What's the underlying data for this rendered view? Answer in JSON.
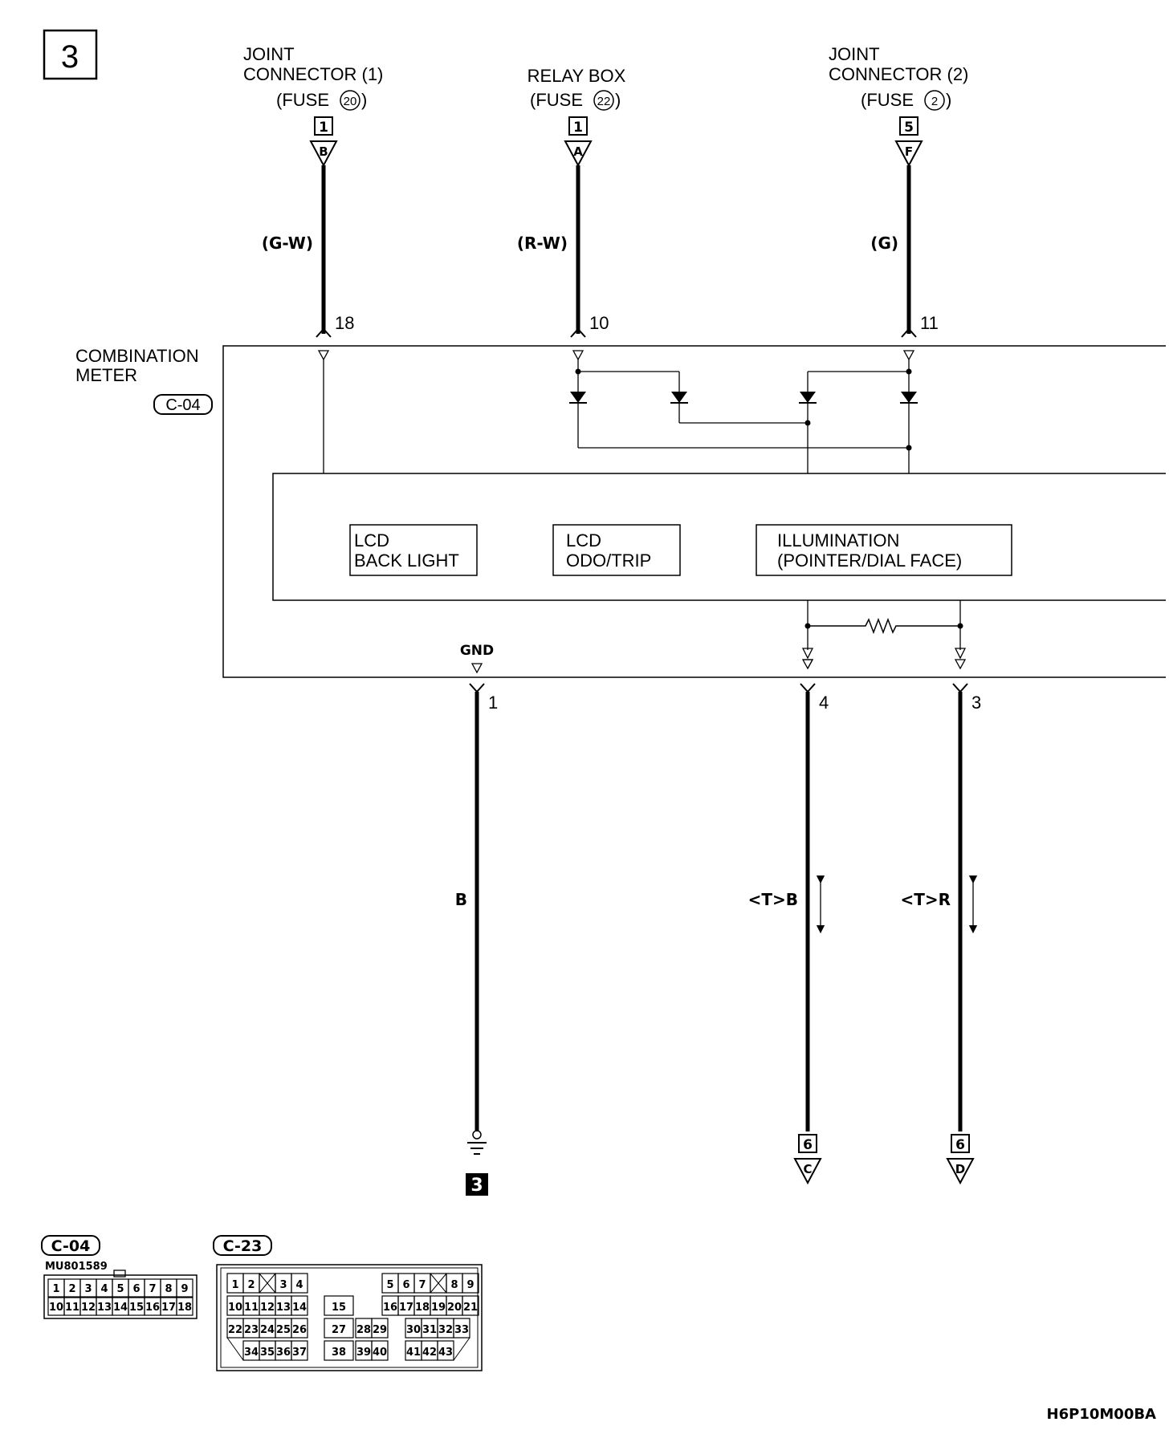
{
  "page_number": "3",
  "sources": [
    {
      "name_line1": "JOINT",
      "name_line2": "CONNECTOR (1)",
      "fuse_prefix": "(FUSE",
      "fuse_num": "20",
      "fuse_suffix": ")",
      "pin": "1",
      "connector_letter": "B",
      "wire_color": "(G-W)",
      "meter_pin": "18"
    },
    {
      "name_line1": "RELAY BOX",
      "name_line2": "",
      "fuse_prefix": "(FUSE",
      "fuse_num": "22",
      "fuse_suffix": ")",
      "pin": "1",
      "connector_letter": "A",
      "wire_color": "(R-W)",
      "meter_pin": "10"
    },
    {
      "name_line1": "JOINT",
      "name_line2": "CONNECTOR (2)",
      "fuse_prefix": "(FUSE",
      "fuse_num": "2",
      "fuse_suffix": ")",
      "pin": "5",
      "connector_letter": "F",
      "wire_color": "(G)",
      "meter_pin": "11"
    }
  ],
  "meter": {
    "title_line1": "COMBINATION",
    "title_line2": "METER",
    "connector_id": "C-04",
    "blocks": [
      {
        "line1": "LCD",
        "line2": "BACK LIGHT"
      },
      {
        "line1": "LCD",
        "line2": "ODO/TRIP"
      },
      {
        "line1": "ILLUMINATION",
        "line2": "(POINTER/DIAL FACE)"
      }
    ],
    "gnd_label": "GND"
  },
  "outputs": [
    {
      "pin": "1",
      "wire_color": "B",
      "ground_ref": "3"
    },
    {
      "pin": "4",
      "wire_color": "<T>B",
      "dest_page": "6",
      "dest_letter": "C"
    },
    {
      "pin": "3",
      "wire_color": "<T>R",
      "dest_page": "6",
      "dest_letter": "D"
    }
  ],
  "connector_views": {
    "c04": {
      "label": "C-04",
      "part_number": "MU801589",
      "row1": [
        "1",
        "2",
        "3",
        "4",
        "5",
        "6",
        "7",
        "8",
        "9"
      ],
      "row2": [
        "10",
        "11",
        "12",
        "13",
        "14",
        "15",
        "16",
        "17",
        "18"
      ]
    },
    "c23": {
      "label": "C-23",
      "row1_left": [
        "1",
        "2",
        "",
        "3",
        "4"
      ],
      "row1_right": [
        "5",
        "6",
        "7",
        "",
        "8",
        "9"
      ],
      "row2_left": [
        "10",
        "11",
        "12",
        "13",
        "14"
      ],
      "row2_mid": "15",
      "row2_right": [
        "16",
        "17",
        "18",
        "19",
        "20",
        "21"
      ],
      "row3_left": [
        "22",
        "23",
        "24",
        "25",
        "26"
      ],
      "row3_mid": [
        "27",
        "28",
        "29"
      ],
      "row3_right": [
        "30",
        "31",
        "32",
        "33"
      ],
      "row4_left": [
        "34",
        "35",
        "36",
        "37"
      ],
      "row4_mid": [
        "38",
        "39",
        "40"
      ],
      "row4_right": [
        "41",
        "42",
        "43"
      ]
    }
  },
  "figure_code": "H6P10M00BA"
}
